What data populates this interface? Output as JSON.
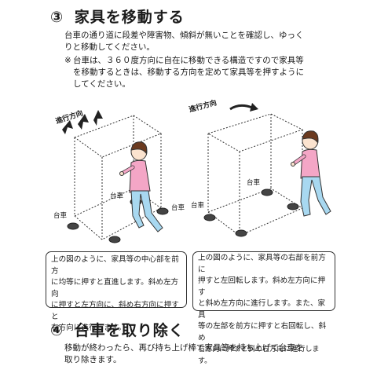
{
  "section3": {
    "number": "③",
    "title": "家具を移動する",
    "body_line1": "台車の通り道に段差や障害物、傾斜が無いことを確認し、ゆっく",
    "body_line2": "りと移動してください。",
    "note_mark": "※",
    "note_line1": "台車は、３６０度方向に自在に移動できる構造ですので家具等",
    "note_line2": "を移動するときは、移動する方向を定めて家具等を押すように",
    "note_line3": "してください。"
  },
  "figure_left": {
    "direction_label": "進行方向",
    "dolly_labels": [
      "台車",
      "台車",
      "台車"
    ],
    "caption_lines": [
      "上の図のように、家具等の中心部を前方",
      "に均等に押すと直進します。斜め左方向",
      "に押すと左方向に、斜め右方向に押すと",
      "右方向に進行します。"
    ]
  },
  "figure_right": {
    "direction_label": "進行方向",
    "dolly_labels": [
      "台車",
      "台車"
    ],
    "caption_lines": [
      "上の図のように、家具等の右部を前方に",
      "押すと左回転します。斜め左方向に押す",
      "と斜め左方向に進行します。また、家具",
      "等の左部を前方に押すと右回転し、斜め",
      "右方向に押すと斜め右方向に進行します。"
    ]
  },
  "section4": {
    "number": "④",
    "title": "台車を取り除く",
    "body_line1": "移動が終わったら、再び持ち上げ棒で家具等を持ち上げて台車を",
    "body_line2": "取り除きます。"
  },
  "colors": {
    "shirt": "#f4a6c6",
    "pants": "#a8d8f0",
    "hair": "#6b3a1f",
    "skin": "#fbe3cf"
  }
}
